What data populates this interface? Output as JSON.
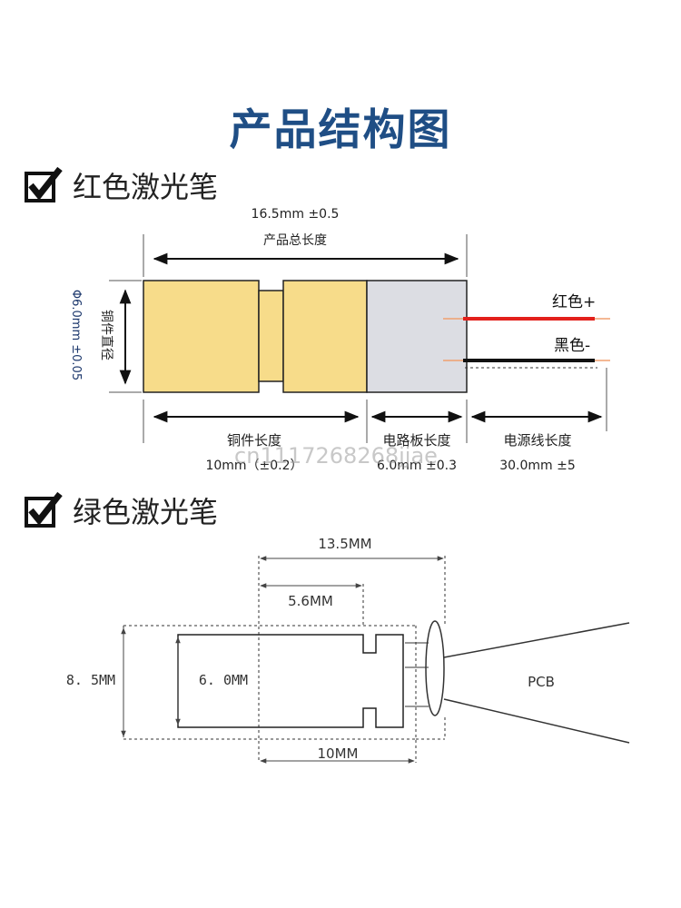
{
  "title": "产品结构图",
  "section_red": {
    "label": "红色激光笔",
    "total_length": "16.5mm ±0.5",
    "total_length_label": "产品总长度",
    "diameter": "Φ6.0mm ±0.05",
    "diameter_label": "铜件直径",
    "wire_red": "红色+",
    "wire_black": "黑色-",
    "copper_label": "铜件长度",
    "copper_value": "10mm（±0.2）",
    "pcb_label": "电路板长度",
    "pcb_value": "6.0mm ±0.3",
    "wire_label": "电源线长度",
    "wire_value": "30.0mm ±5",
    "watermark": "cn1117268268jjae"
  },
  "section_green": {
    "label": "绿色激光笔",
    "dim_13_5": "13.5MM",
    "dim_5_6": "5.6MM",
    "dim_8_5": "8. 5MM",
    "dim_6_0": "6. 0MM",
    "dim_10": "10MM",
    "pcb": "PCB"
  },
  "colors": {
    "title": "#1f4e85",
    "copper": "#f7dc8a",
    "pcb_board": "#dcdde3",
    "wire_red": "#e3201b",
    "wire_black": "#111111",
    "wire_tip": "#f0a070"
  }
}
